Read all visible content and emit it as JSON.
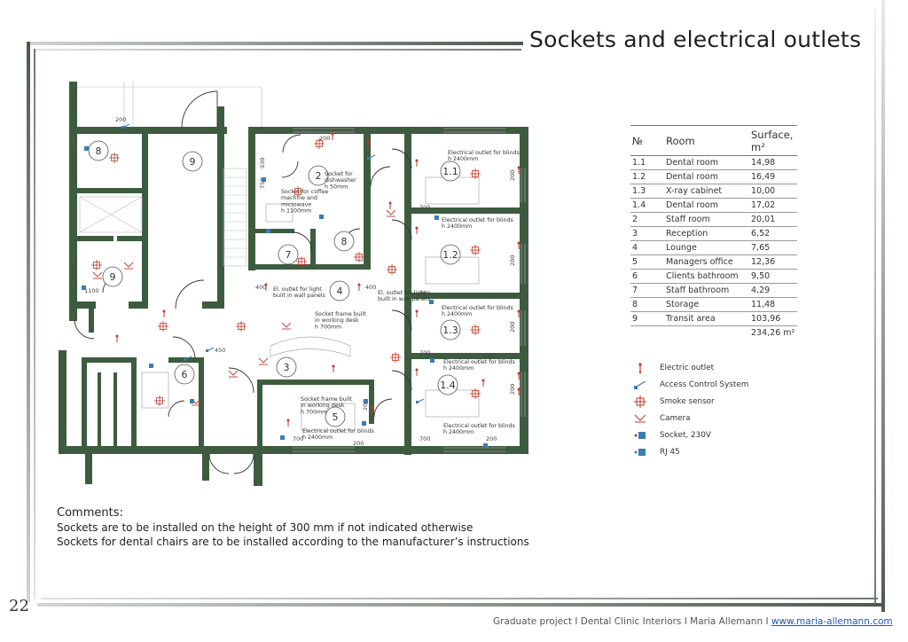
{
  "title": "Sockets and electrical outlets",
  "colors": {
    "wall": "#3d5c3f",
    "outlet": "#c0392b",
    "socket": "#3b7cb5",
    "frame": "#555555"
  },
  "rooms": [
    {
      "id": "1.1"
    },
    {
      "id": "1.2"
    },
    {
      "id": "1.3"
    },
    {
      "id": "1.4"
    },
    {
      "id": "2"
    },
    {
      "id": "3"
    },
    {
      "id": "4"
    },
    {
      "id": "5"
    },
    {
      "id": "6"
    },
    {
      "id": "7"
    },
    {
      "id": "8"
    },
    {
      "id": "8"
    },
    {
      "id": "9"
    },
    {
      "id": "9"
    }
  ],
  "annotations": [
    "Electrical outlet for blinds\nh 2400mm",
    "Electrical outlet for blinds\nh 2400mm",
    "Electrical outlet for blinds\nh 2400mm",
    "Electrical outlet for blinds\nh 2400mm",
    "Electrical outlet for blinds\nh 2400mm",
    "Electrical outlet for blinds\nh 2400mm",
    "Socket for\ndishwasher\nh 50mm",
    "Socket for coffee\nmachine and\nmicrowave\nh 1100mm",
    "El. outlet for light\nbuilt in wall panels",
    "El. outlet for light\nbuilt in wall panels",
    "Socket frame built\nin working desk\nh 700mm",
    "Socket frame built\nin working desk\nh 700mm"
  ],
  "dimensions": [
    "200",
    "200",
    "200",
    "200",
    "200",
    "200",
    "200",
    "200",
    "200",
    "200",
    "200",
    "200",
    "400",
    "400",
    "450",
    "700",
    "700",
    "700",
    "700",
    "700",
    "930",
    "750",
    "1100"
  ],
  "room_table": {
    "headers": [
      "№",
      "Room",
      "Surface, m²"
    ],
    "rows": [
      [
        "1.1",
        "Dental room",
        "14,98"
      ],
      [
        "1.2",
        "Dental room",
        "16,49"
      ],
      [
        "1.3",
        "X-ray cabinet",
        "10,00"
      ],
      [
        "1.4",
        "Dental room",
        "17,02"
      ],
      [
        "2",
        "Staff room",
        "20,01"
      ],
      [
        "3",
        "Reception",
        "6,52"
      ],
      [
        "4",
        "Lounge",
        "7,65"
      ],
      [
        "5",
        "Managers office",
        "12,36"
      ],
      [
        "6",
        "Clients bathroom",
        "9,50"
      ],
      [
        "7",
        "Staff bathroom",
        "4,29"
      ],
      [
        "8",
        "Storage",
        "11,48"
      ],
      [
        "9",
        "Transit area",
        "103,96"
      ]
    ],
    "total": "234,26 m²"
  },
  "legend": [
    {
      "label": "Electric outlet",
      "icon": "electric-outlet"
    },
    {
      "label": "Access Control System",
      "icon": "access-control"
    },
    {
      "label": "Smoke sensor",
      "icon": "smoke-sensor"
    },
    {
      "label": "Camera",
      "icon": "camera"
    },
    {
      "label": "Socket, 230V",
      "icon": "socket-230v"
    },
    {
      "label": "RJ 45",
      "icon": "rj45"
    }
  ],
  "comments": {
    "heading": "Comments:",
    "lines": [
      "Sockets are to be installed on the height of 300 mm if not indicated otherwise",
      "Sockets for dental chairs are to be installed according to the manufacturer’s instructions"
    ]
  },
  "page_number": "22",
  "footer": {
    "text": "Graduate project  I Dental Clinic Interiors  I  Maria Allemann  I ",
    "link": "www.maria-allemann.com"
  }
}
